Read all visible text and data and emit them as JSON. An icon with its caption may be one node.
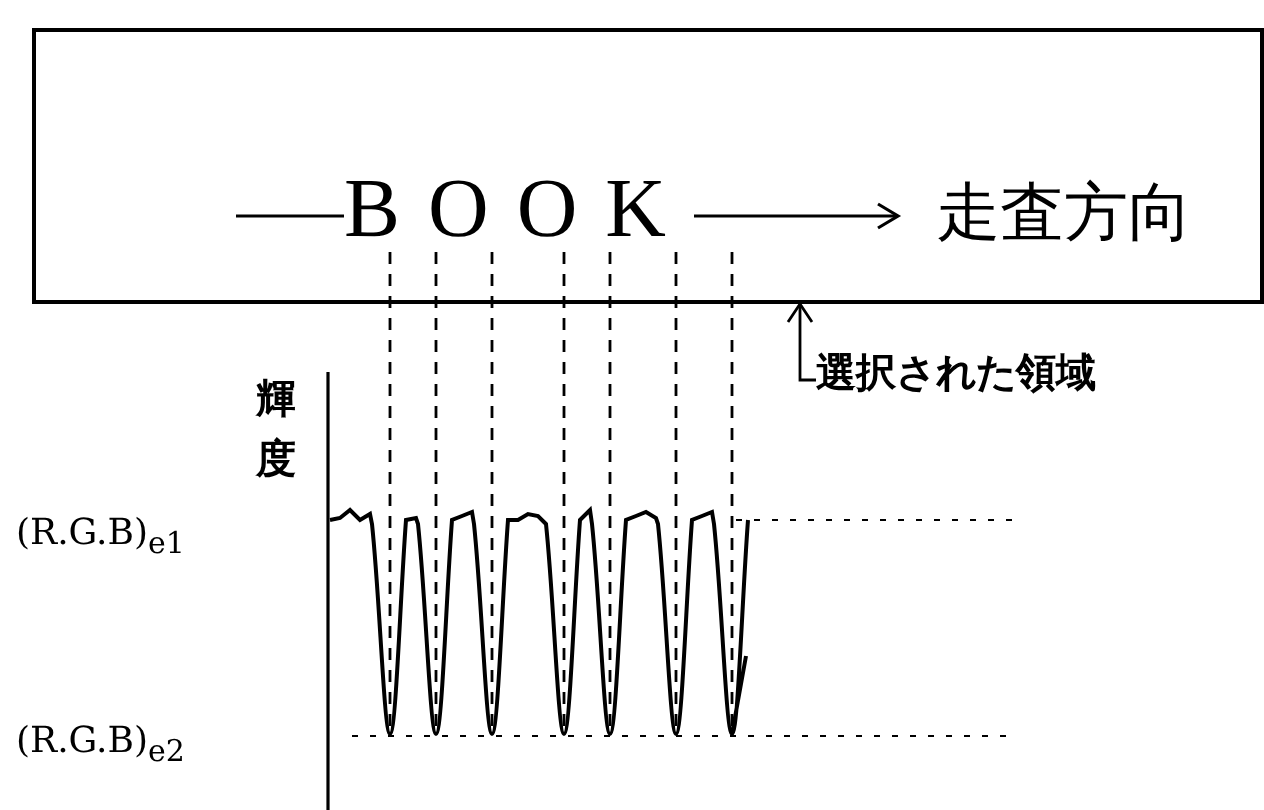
{
  "diagram": {
    "nodes": [
      {
        "text": [
          "BOOK"
        ]
      },
      {
        "text": [
          "選択された領域"
        ]
      }
    ],
    "edges": [
      {
        "from": 1,
        "to": 0,
        "arrow": "to"
      }
    ],
    "labels": [
      "走査方向",
      "輝度",
      "(R.G.B)$_{e1}$",
      "(R.G.B)$_{e2}$"
    ]
  }
}
